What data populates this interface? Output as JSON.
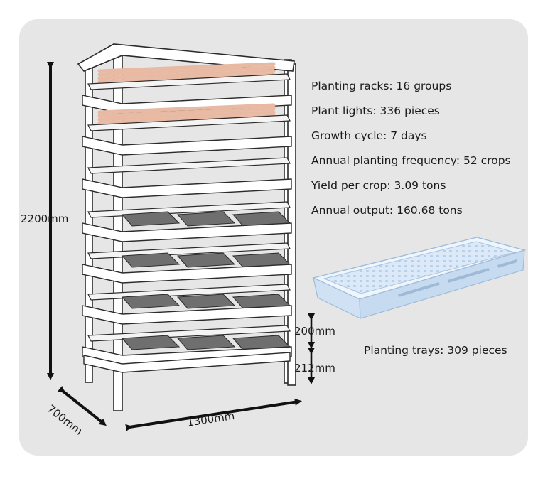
{
  "specs": [
    {
      "text": "Planting racks: 16 groups"
    },
    {
      "text": "Plant lights: 336 pieces"
    },
    {
      "text": "Growth cycle: 7 days"
    },
    {
      "text": "Annual planting frequency: 52 crops"
    },
    {
      "text": "Yield per crop: 3.09 tons"
    },
    {
      "text": "Annual output: 160.68 tons"
    }
  ],
  "dimensions": {
    "height": "2200mm",
    "depth": "700mm",
    "width": "1300mm",
    "tier_gap_upper": "200mm",
    "tier_gap_lower": "212mm"
  },
  "tray": {
    "caption": "Planting trays: 309 pieces"
  },
  "colors": {
    "background": "#ffffff",
    "panel": "#e6e6e6",
    "rack_frame": "#ffffff",
    "rack_outline": "#2b2b2b",
    "grow_light": "#e8b9a3",
    "tray_floor": "#6f6f6f",
    "planting_tray": "#d9e8f7",
    "arrow": "#111111"
  }
}
